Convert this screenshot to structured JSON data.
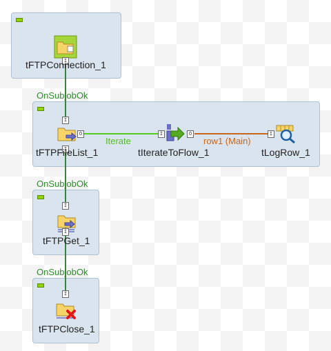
{
  "components": {
    "ftp_connection": {
      "name": "tFTPConnection_1"
    },
    "ftp_filelist": {
      "name": "tFTPFileList_1"
    },
    "iterate_to_flow": {
      "name": "tIterateToFlow_1"
    },
    "log_row": {
      "name": "tLogRow_1"
    },
    "ftp_get": {
      "name": "tFTPGet_1"
    },
    "ftp_close": {
      "name": "tFTPClose_1"
    }
  },
  "triggers": {
    "subjob_ok_1": "OnSubjobOk",
    "subjob_ok_2": "OnSubjobOk",
    "subjob_ok_3": "OnSubjobOk"
  },
  "connections": {
    "iterate": "Iterate",
    "row1": "row1 (Main)"
  },
  "port_labels": {
    "input": "I",
    "output": "O"
  },
  "colors": {
    "trigger": "#2f8a2f",
    "iterate": "#55cc22",
    "main_row": "#c8651c",
    "subjob_bg": "#d9e4ee"
  },
  "icons": {
    "ftp_connection": "folder-plug-icon",
    "ftp_filelist": "folder-list-icon",
    "iterate_to_flow": "iterate-arrow-icon",
    "log_row": "log-magnifier-icon",
    "ftp_get": "folder-get-icon",
    "ftp_close": "folder-close-icon"
  }
}
